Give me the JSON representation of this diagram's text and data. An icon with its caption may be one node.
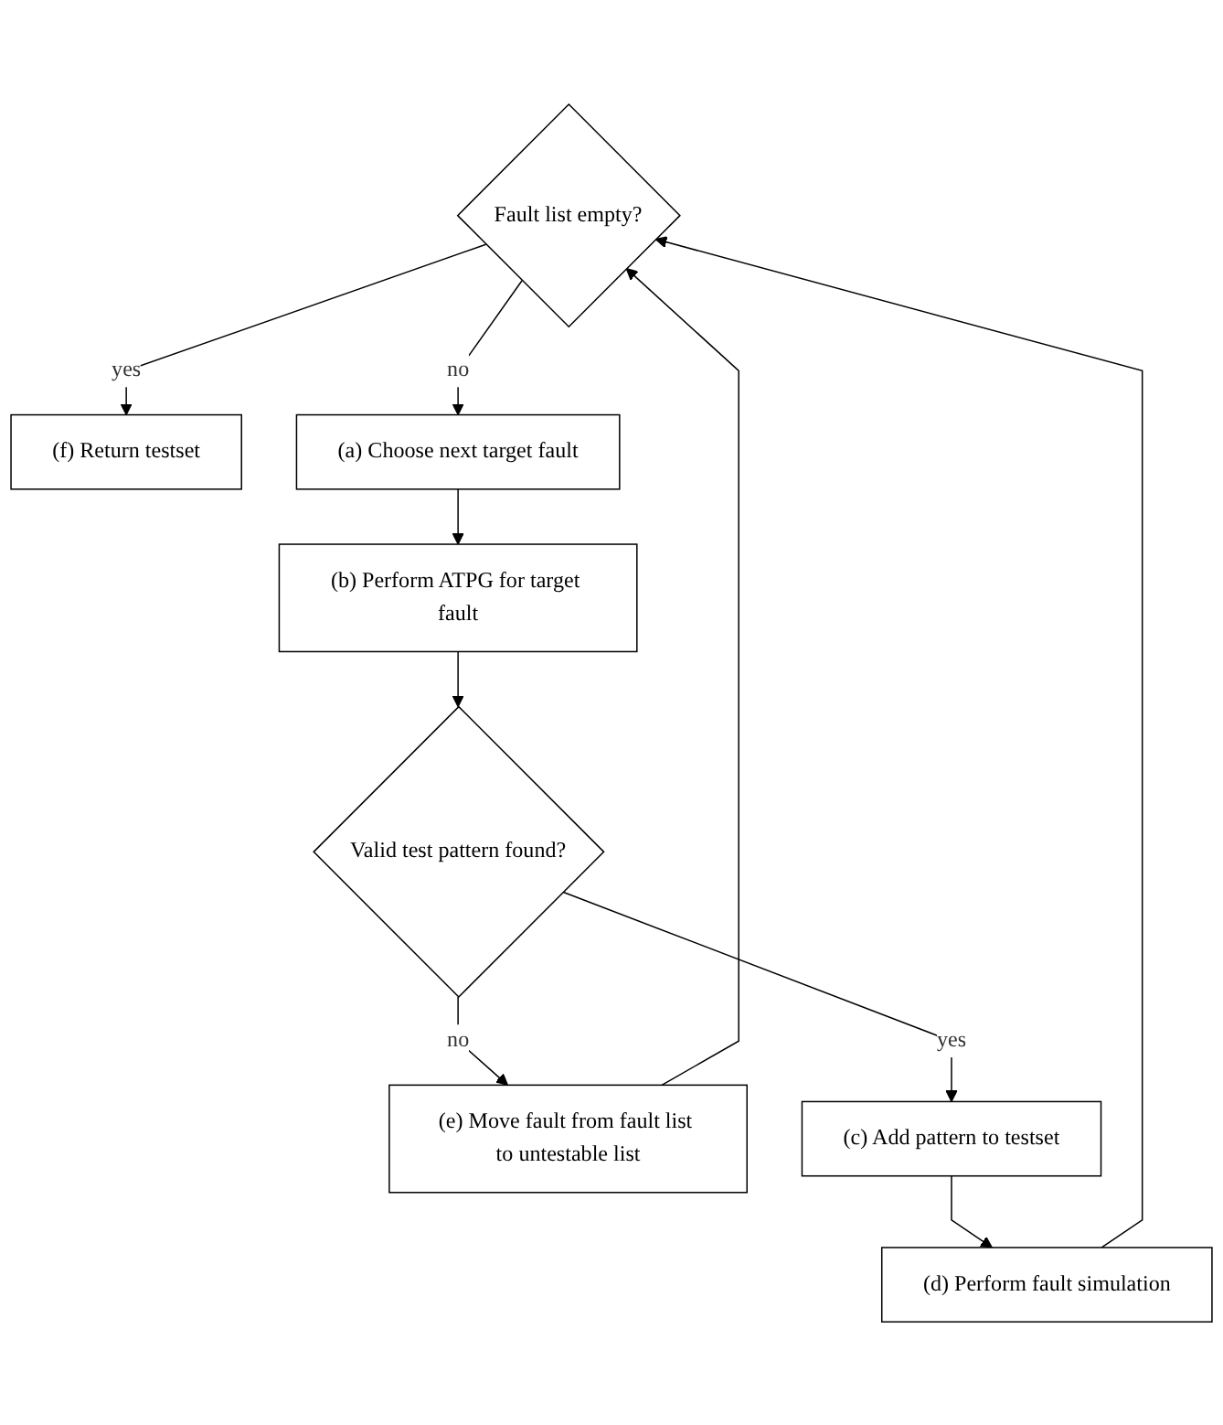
{
  "diagram": {
    "nodes": [
      {
        "text": [
          "(f) Return testset"
        ]
      },
      {
        "text": [
          "Fault list empty?"
        ]
      },
      {
        "text": [
          "(a) Choose next target fault"
        ]
      },
      {
        "text": [
          "(b) Perform ATPG for target fault"
        ]
      },
      {
        "text": [
          "Valid test pattern found?"
        ]
      },
      {
        "text": [
          "(e) Move fault from fault list to untestable list"
        ]
      },
      {
        "text": [
          "(c) Add pattern to testset"
        ]
      },
      {
        "text": [
          "(d) Perform fault simulation"
        ]
      }
    ],
    "edges": [
      {
        "from": 1,
        "to": 0,
        "arrow": "to",
        "label": "yes"
      },
      {
        "from": 1,
        "to": 2,
        "arrow": "to",
        "label": "no"
      },
      {
        "from": 2,
        "to": 3,
        "arrow": "to"
      },
      {
        "from": 3,
        "to": 4,
        "arrow": "to"
      },
      {
        "from": 4,
        "to": 5,
        "arrow": "to",
        "label": "no"
      },
      {
        "from": 4,
        "to": 6,
        "arrow": "to",
        "label": "yes"
      },
      {
        "from": 6,
        "to": 7,
        "arrow": "to"
      },
      {
        "from": 7,
        "to": 1,
        "arrow": "to"
      },
      {
        "from": 5,
        "to": 1,
        "arrow": "to"
      }
    ]
  }
}
